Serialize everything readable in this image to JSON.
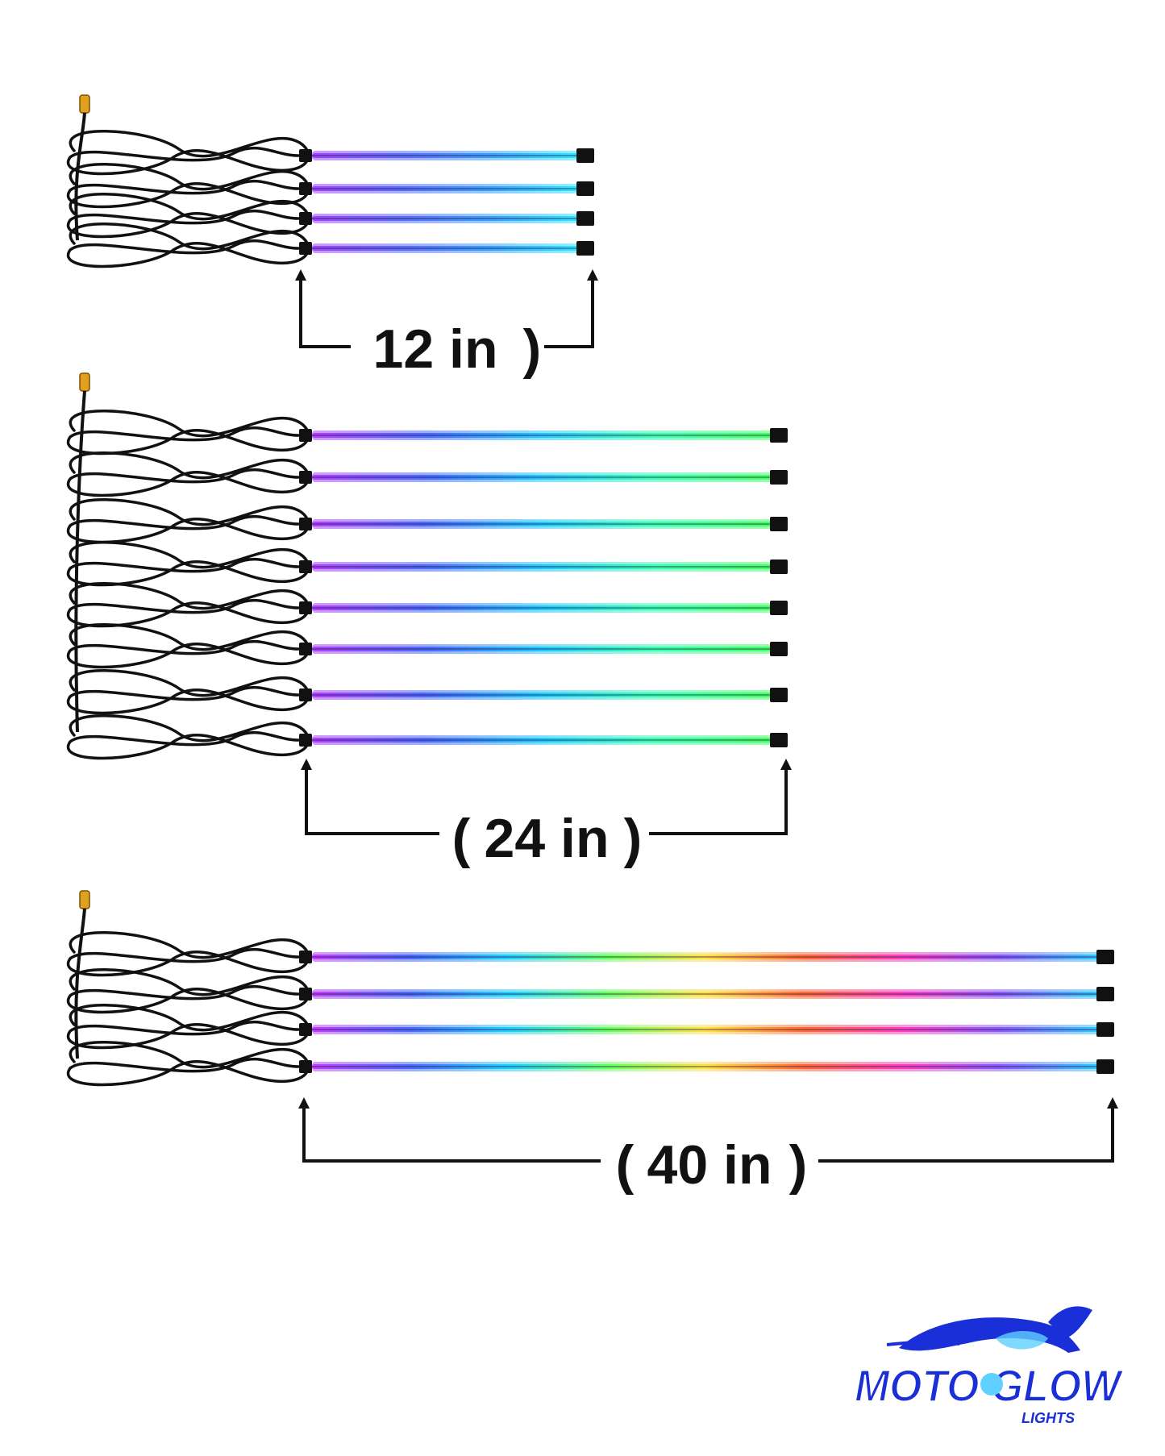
{
  "groups": [
    {
      "id": "group-12in",
      "label": "12 in",
      "left_bracket": "",
      "right_bracket": ")",
      "strip_count": 4,
      "strip_gradient": [
        "#a044ff",
        "#5b6cff",
        "#3aa0ff",
        "#2ee6ff"
      ]
    },
    {
      "id": "group-24in",
      "label": "24 in",
      "left_bracket": "(",
      "right_bracket": ")",
      "strip_count": 8,
      "strip_gradient": [
        "#b040ff",
        "#4a6bff",
        "#22c8ff",
        "#3affb0",
        "#44ff66"
      ]
    },
    {
      "id": "group-40in",
      "label": "40 in",
      "left_bracket": "(",
      "right_bracket": ")",
      "strip_count": 4,
      "strip_gradient": [
        "#c040ff",
        "#4a6bff",
        "#22d0ff",
        "#66ff66",
        "#ffe04a",
        "#ff6a3a",
        "#ff40c0",
        "#8a5bff",
        "#30c8ff"
      ]
    }
  ],
  "logo": {
    "wordmark": "MOTO GLOW",
    "sub": "LIGHTS",
    "brand_color": "#1a2fd8",
    "highlight_color": "#5fd0ff"
  },
  "colors": {
    "background": "#ffffff",
    "cable": "#111111",
    "connector": "#e0a020",
    "text": "#111111"
  }
}
